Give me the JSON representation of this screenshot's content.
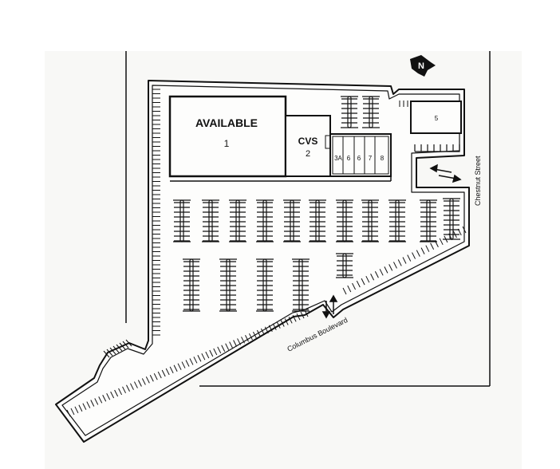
{
  "site_plan": {
    "north_marker": "N",
    "streets": {
      "east": "Chestnut Street",
      "south": "Columbus Boulevard"
    },
    "units": [
      {
        "label": "AVAILABLE",
        "number": "1"
      },
      {
        "label": "CVS",
        "number": "2"
      },
      {
        "label": "",
        "number": "3A"
      },
      {
        "label": "",
        "number": "6"
      },
      {
        "label": "",
        "number": "6"
      },
      {
        "label": "",
        "number": "7"
      },
      {
        "label": "",
        "number": "8"
      },
      {
        "label": "",
        "number": "5"
      }
    ]
  },
  "colors": {
    "ink": "#111111",
    "paper": "#f8f8f6",
    "background": "#ffffff"
  }
}
